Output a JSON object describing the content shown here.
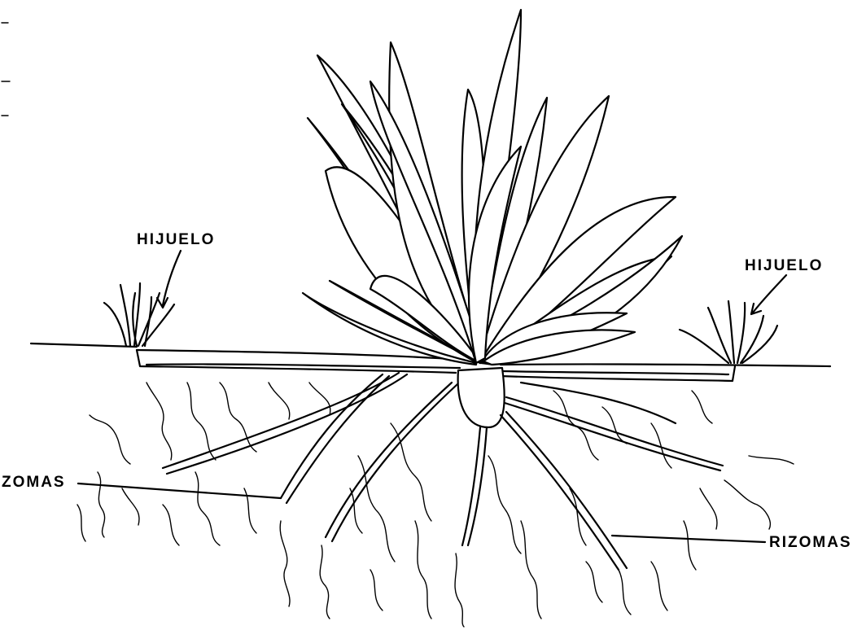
{
  "labels": {
    "hijuelo_left": "HIJUELO",
    "hijuelo_right": "HIJUELO",
    "rizomas_left": "ZOMAS",
    "rizomas_right": "RIZOMAS"
  },
  "colors": {
    "ink": "#000000",
    "background": "#ffffff"
  }
}
